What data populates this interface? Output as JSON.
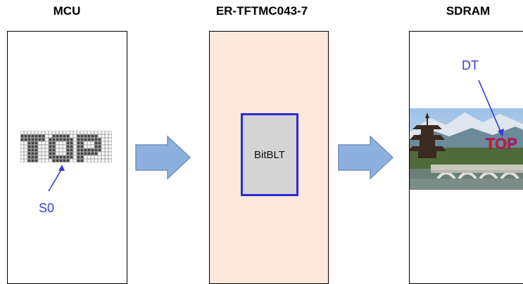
{
  "columns": {
    "mcu": {
      "title": "MCU",
      "source_label": "S0",
      "pattern_text": "TOP"
    },
    "controller": {
      "title": "ER-TFTMC043-7",
      "engine_label": "BitBLT"
    },
    "sdram": {
      "title": "SDRAM",
      "dest_label": "DT",
      "overlay_text": "TOP"
    }
  },
  "colors": {
    "controller_bg": "#fde8da",
    "engine_fill": "#d4d4d4",
    "engine_border": "#2a2ad8",
    "arrow_fill": "#8eb0de",
    "arrow_stroke": "#6f8fc0",
    "label_blue": "#3b3bd6",
    "overlay_red": "#e01818"
  }
}
